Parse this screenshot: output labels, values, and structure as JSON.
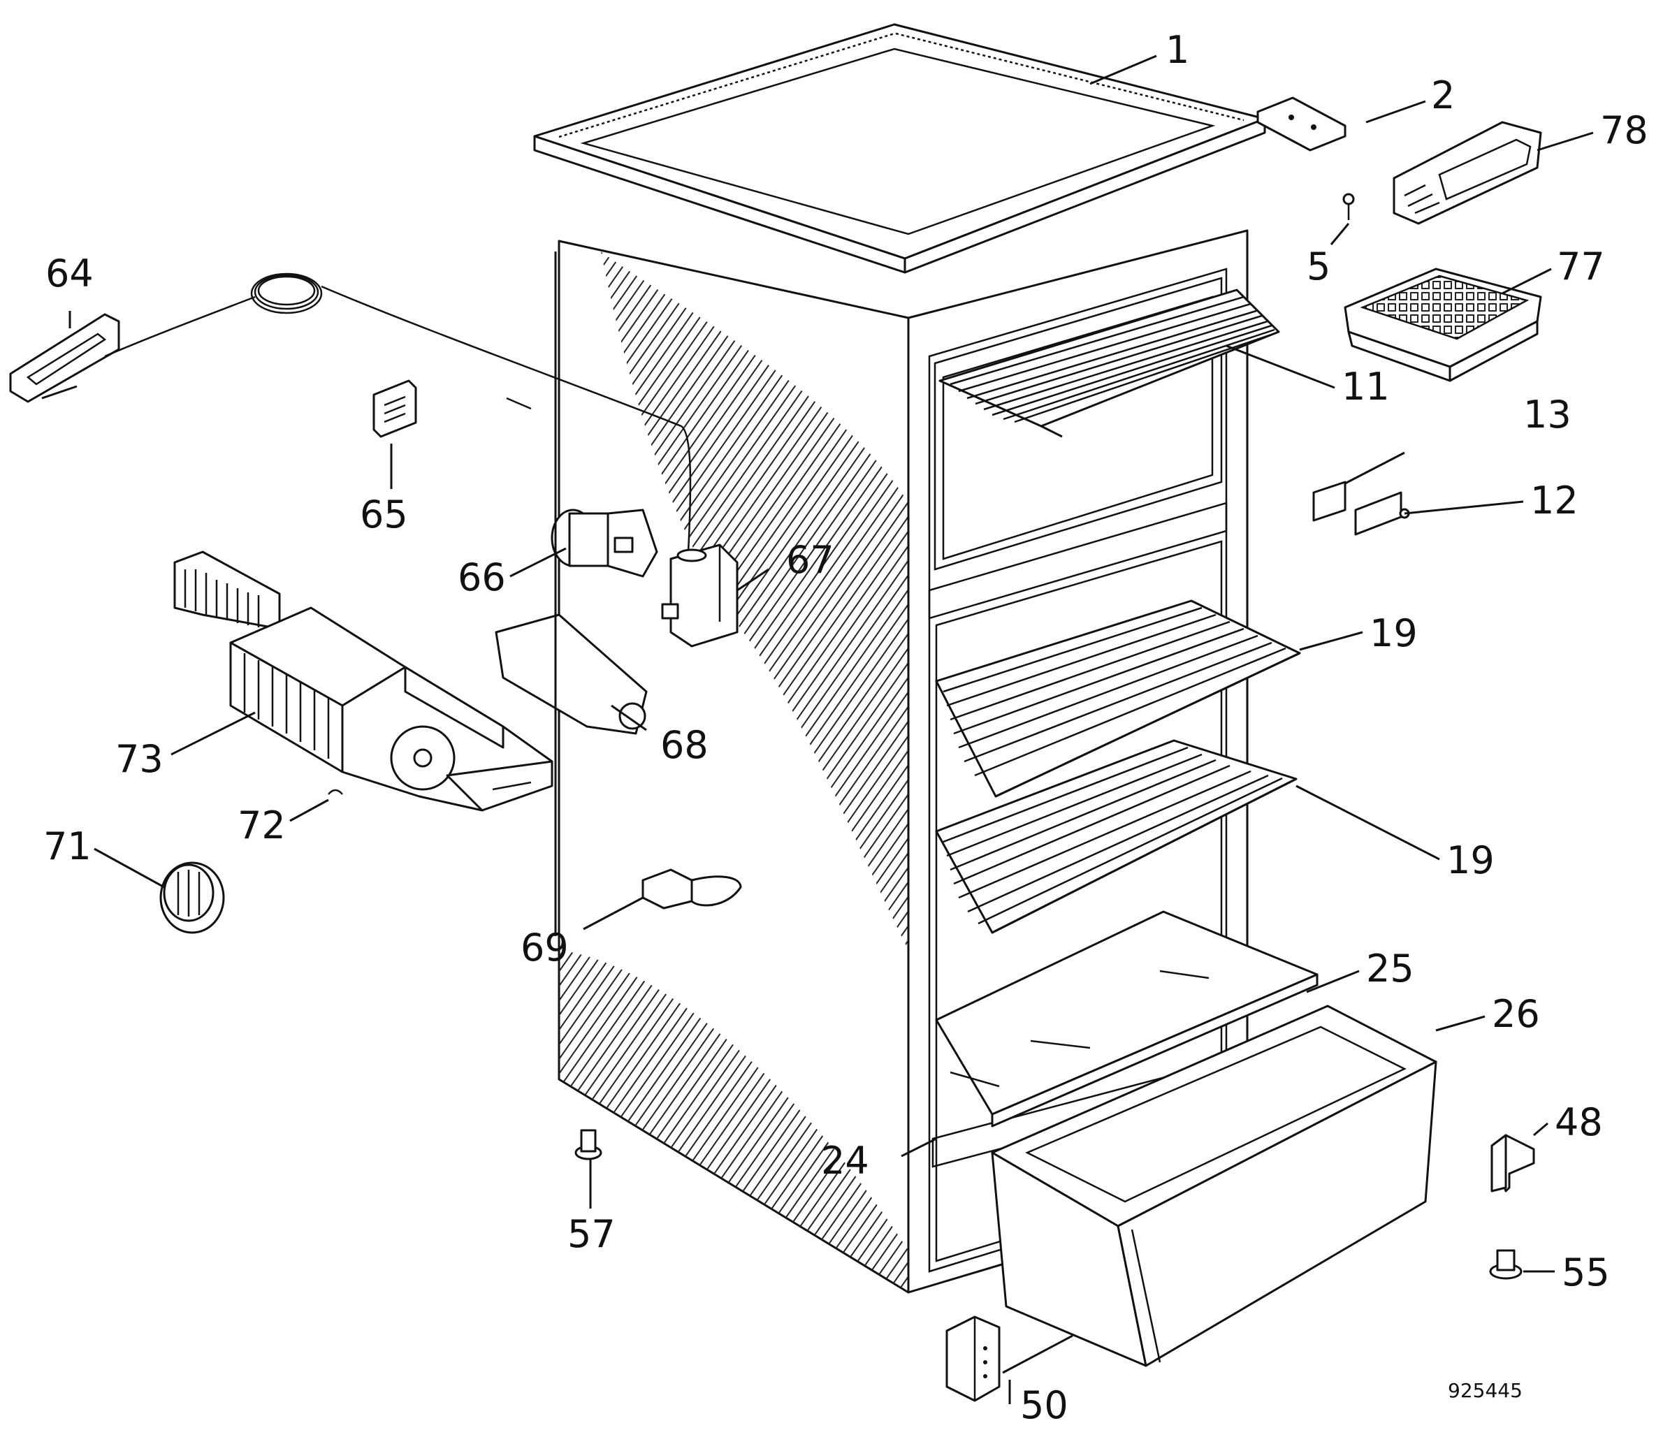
{
  "callouts": {
    "c1": "1",
    "c2": "2",
    "c5": "5",
    "c11": "11",
    "c12": "12",
    "c13": "13",
    "c19a": "19",
    "c19b": "19",
    "c24": "24",
    "c25": "25",
    "c26": "26",
    "c48": "48",
    "c50": "50",
    "c55": "55",
    "c57": "57",
    "c64": "64",
    "c65": "65",
    "c66": "66",
    "c67": "67",
    "c68": "68",
    "c69": "69",
    "c71": "71",
    "c72": "72",
    "c73": "73",
    "c77": "77",
    "c78": "78"
  },
  "reference_number": "925445",
  "colors": {
    "line": "#111111",
    "background": "#ffffff"
  }
}
